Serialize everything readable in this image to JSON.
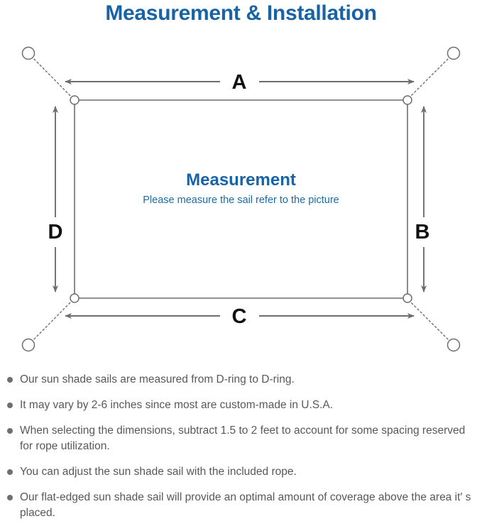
{
  "page": {
    "title": "Measurement & Installation",
    "title_color": "#1763a6",
    "background_color": "#ffffff"
  },
  "diagram": {
    "name": "sun-shade-sail-measurement-diagram",
    "sail": {
      "caption_heading": "Measurement",
      "caption_sub": "Please measure the sail refer to the picture",
      "outline_color": "#6e6e6e",
      "d_ring_count": 4
    },
    "dimension_labels": {
      "top": "A",
      "right": "B",
      "bottom": "C",
      "left": "D"
    },
    "anchor_points": [
      {
        "name": "anchor-top-left",
        "position": "top-left"
      },
      {
        "name": "anchor-top-right",
        "position": "top-right"
      },
      {
        "name": "anchor-bottom-left",
        "position": "bottom-left"
      },
      {
        "name": "anchor-bottom-right",
        "position": "bottom-right"
      }
    ],
    "arrow_color": "#6e6e6e",
    "label_color": "#111111",
    "rope_line_style": "dotted"
  },
  "notes": {
    "bullet_color": "#6f6f6f",
    "text_color": "#585858",
    "items": [
      "Our sun shade sails are measured from D-ring to D-ring.",
      "It may vary by 2-6 inches since most are custom-made in U.S.A.",
      "When selecting the dimensions, subtract 1.5 to 2 feet to account for some spacing reserved for rope utilization.",
      "You can adjust the sun shade sail with the included rope.",
      "Our flat-edged sun shade sail will provide an optimal amount of coverage above the area it′ s placed."
    ]
  }
}
